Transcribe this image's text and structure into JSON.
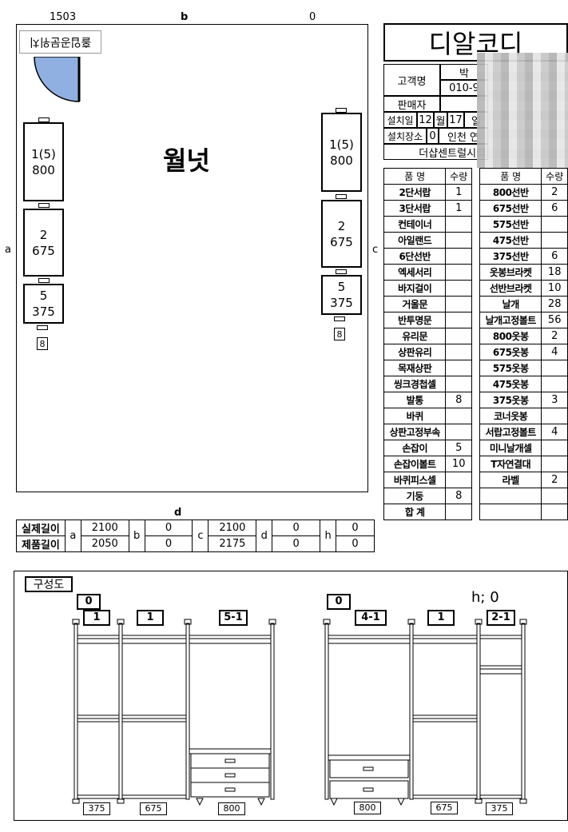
{
  "plan": {
    "dim_left_top": "1503",
    "dim_b": "b",
    "dim_right_top": "0",
    "side_a": "a",
    "side_c": "c",
    "side_d": "d",
    "mirror_label": "홀입공문위치",
    "walnut": "월넛",
    "left_modules": [
      {
        "line1": "1(5)",
        "line2": "800"
      },
      {
        "line1": "2",
        "line2": "675"
      },
      {
        "line1": "5",
        "line2": "375"
      }
    ],
    "right_modules": [
      {
        "line1": "1(5)",
        "line2": "800"
      },
      {
        "line1": "2",
        "line2": "675"
      },
      {
        "line1": "5",
        "line2": "375"
      }
    ],
    "left_pillar": "8",
    "right_pillar": "8"
  },
  "header": {
    "company": "디알코디",
    "customer_label": "고객명",
    "customer_name": "박",
    "customer_phone": "010-9",
    "seller_label": "판매자",
    "install_date_label": "설치일",
    "month": "12",
    "month_unit": "월",
    "day": "17",
    "day_unit": "일",
    "install_place_label": "설치장소",
    "place_code": "0",
    "place_city": "인천 연",
    "place_detail": "더샵센트럴시티"
  },
  "parts_left": {
    "headers": [
      "품 명",
      "수량"
    ],
    "rows": [
      [
        "2단서랍",
        "1"
      ],
      [
        "3단서랍",
        "1"
      ],
      [
        "컨테이너",
        ""
      ],
      [
        "아일랜드",
        ""
      ],
      [
        "6단선반",
        ""
      ],
      [
        "엑세서리",
        ""
      ],
      [
        "바지걸이",
        ""
      ],
      [
        "거울문",
        ""
      ],
      [
        "반투명문",
        ""
      ],
      [
        "유리문",
        ""
      ],
      [
        "상판유리",
        ""
      ],
      [
        "목재상판",
        ""
      ],
      [
        "씽크경첩셀",
        ""
      ],
      [
        "발통",
        "8"
      ],
      [
        "바퀴",
        ""
      ],
      [
        "상판고정부속",
        ""
      ],
      [
        "손잡이",
        "5"
      ],
      [
        "손잡이볼트",
        "10"
      ],
      [
        "바퀴피스셀",
        ""
      ],
      [
        "기둥",
        "8"
      ]
    ],
    "total_label": "합 계"
  },
  "parts_right": {
    "headers": [
      "품 명",
      "수량"
    ],
    "rows": [
      [
        "800선반",
        "2"
      ],
      [
        "675선반",
        "6"
      ],
      [
        "575선반",
        ""
      ],
      [
        "475선반",
        ""
      ],
      [
        "375선반",
        "6"
      ],
      [
        "옷봉브라켓",
        "18"
      ],
      [
        "선반브라켓",
        "10"
      ],
      [
        "날개",
        "28"
      ],
      [
        "날개고정볼트",
        "56"
      ],
      [
        "800옷봉",
        "2"
      ],
      [
        "675옷봉",
        "4"
      ],
      [
        "575옷봉",
        ""
      ],
      [
        "475옷봉",
        ""
      ],
      [
        "375옷봉",
        "3"
      ],
      [
        "코너옷봉",
        ""
      ],
      [
        "서랍고정볼트",
        "4"
      ],
      [
        "미니날개셀",
        ""
      ],
      [
        "T자연결대",
        ""
      ],
      [
        "라벨",
        "2"
      ],
      [
        "",
        ""
      ]
    ]
  },
  "dims": {
    "row1_label": "실제길이",
    "row2_label": "제품길이",
    "cols": [
      {
        "key": "a",
        "actual": "2100",
        "product": "2050"
      },
      {
        "key": "b",
        "actual": "0",
        "product": "0"
      },
      {
        "key": "c",
        "actual": "2100",
        "product": "2175"
      },
      {
        "key": "d",
        "actual": "0",
        "product": "0"
      },
      {
        "key": "h",
        "actual": "0",
        "product": "0"
      }
    ]
  },
  "composition": {
    "title": "구성도",
    "h_label": "h; 0",
    "left_unit": {
      "corner": "0",
      "callouts": [
        "1",
        "1",
        "5-1"
      ],
      "sizes": [
        "375",
        "675",
        "800"
      ]
    },
    "right_unit": {
      "corner": "0",
      "callouts": [
        "4-1",
        "1",
        "2-1"
      ],
      "sizes": [
        "800",
        "675",
        "375"
      ]
    }
  }
}
